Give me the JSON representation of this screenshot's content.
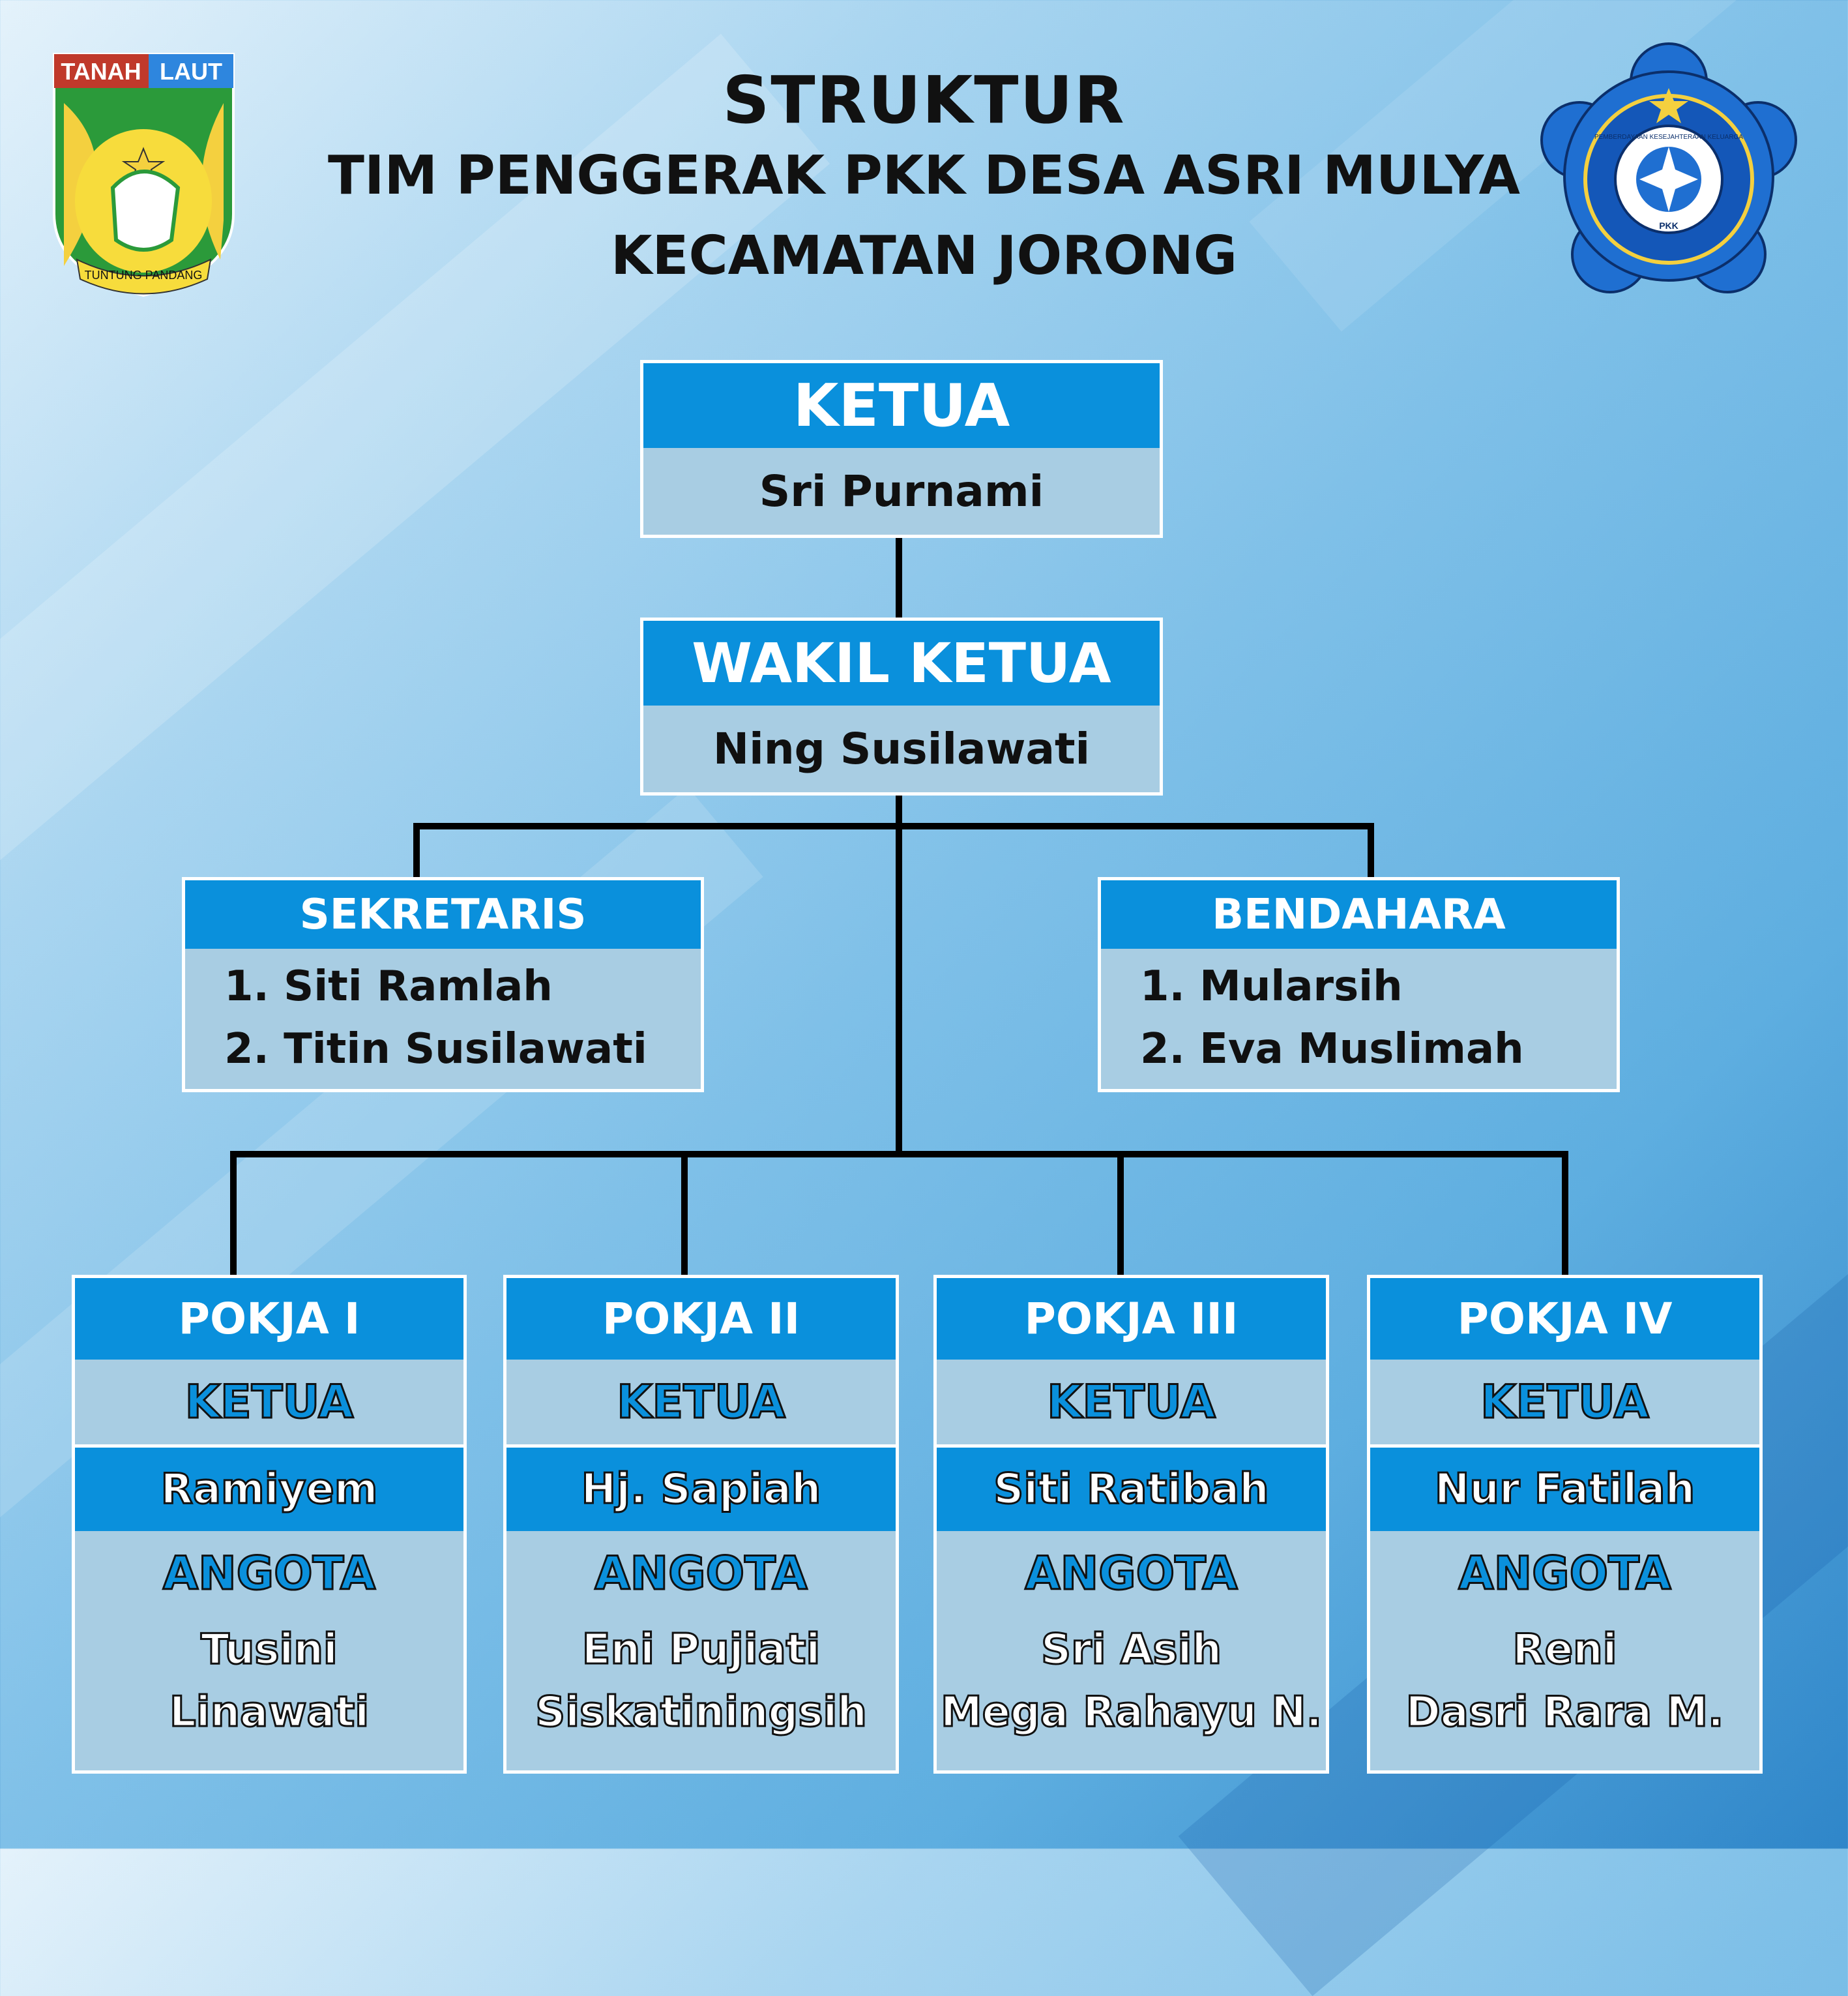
{
  "header": {
    "title_line1": "STRUKTUR",
    "title_line2": "TIM PENGGERAK PKK DESA ASRI MULYA",
    "title_line3": "KECAMATAN JORONG"
  },
  "logos": {
    "left": {
      "tag_left": "TANAH",
      "tag_right": "LAUT",
      "ribbon": "TUNTUNG PANDANG",
      "icon": "tanah-laut-emblem-icon"
    },
    "right": {
      "ring_text": "PEMBERDAYAAN KESEJAHTERAAN KELUARGA",
      "bottom": "PKK",
      "icon": "pkk-emblem-icon"
    }
  },
  "ketua": {
    "title": "KETUA",
    "name": "Sri Purnami"
  },
  "wakil": {
    "title": "WAKIL KETUA",
    "name": "Ning Susilawati"
  },
  "sekretaris": {
    "title": "SEKRETARIS",
    "names": [
      "1. Siti Ramlah",
      "2. Titin Susilawati"
    ]
  },
  "bendahara": {
    "title": "BENDAHARA",
    "names": [
      "1. Mularsih",
      "2. Eva Muslimah"
    ]
  },
  "pokja": [
    {
      "title": "POKJA I",
      "ketua_label": "KETUA",
      "ketua": "Ramiyem",
      "anggota_label": "ANGOTA",
      "anggota": [
        "Tusini",
        "Linawati"
      ]
    },
    {
      "title": "POKJA II",
      "ketua_label": "KETUA",
      "ketua": "Hj. Sapiah",
      "anggota_label": "ANGOTA",
      "anggota": [
        "Eni Pujiati",
        "Siskatiningsih"
      ]
    },
    {
      "title": "POKJA III",
      "ketua_label": "KETUA",
      "ketua": "Siti Ratibah",
      "anggota_label": "ANGOTA",
      "anggota": [
        "Sri Asih",
        "Mega Rahayu N."
      ]
    },
    {
      "title": "POKJA IV",
      "ketua_label": "KETUA",
      "ketua": "Nur Fatilah",
      "anggota_label": "ANGOTA",
      "anggota": [
        "Reni",
        "Dasri Rara M."
      ]
    }
  ]
}
